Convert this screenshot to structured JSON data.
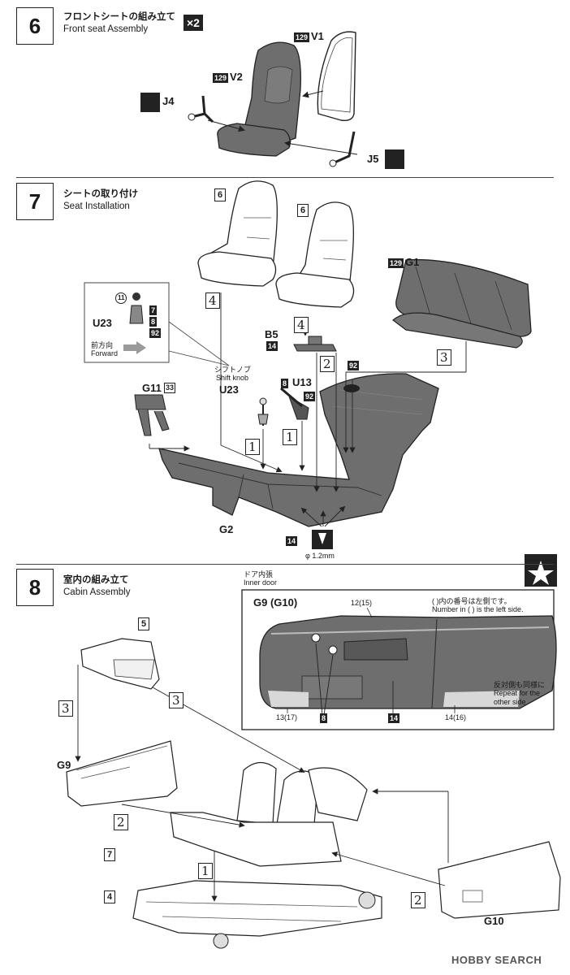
{
  "step6": {
    "number": "6",
    "title_jp": "フロントシートの組み立て",
    "title_en": "Front seat Assembly",
    "multiplier": "×2",
    "parts": {
      "v1": "V1",
      "v1_color": "129",
      "v2": "V2",
      "v2_color": "129",
      "j4": "J4",
      "j5": "J5"
    }
  },
  "step7": {
    "number": "7",
    "title_jp": "シートの取り付け",
    "title_en": "Seat Installation",
    "seat_ref": "6",
    "rear_seat": "G1",
    "rear_seat_color": "129",
    "shift_jp": "シフトノブ",
    "shift_en": "Shift knob",
    "u23": "U23",
    "u13": "U13",
    "u13_colors": [
      "8",
      "92"
    ],
    "b5": "B5",
    "b5_color": "14",
    "color_92": "92",
    "g11": "G11",
    "g11_color": "33",
    "g2": "G2",
    "g2_color": "14",
    "drill": "φ 1.2mm",
    "inset": {
      "part": "U23",
      "colors": [
        "11",
        "7",
        "8",
        "92"
      ],
      "dir_jp": "前方向",
      "dir_en": "Forward"
    },
    "order": {
      "a": "1",
      "b": "1",
      "c": "2",
      "d": "3",
      "e": "4",
      "f": "4"
    }
  },
  "step8": {
    "number": "8",
    "title_jp": "室内の組み立て",
    "title_en": "Cabin Assembly",
    "door_title_jp": "ドア内張",
    "door_title_en": "Inner door",
    "door_part": "G9 (G10)",
    "note_jp": "( )内の番号は左側です。",
    "note_en": "Number in ( ) is the left side.",
    "repeat_jp": "反対側も同様に",
    "repeat_en": "Repeat for the other side",
    "colors": {
      "top": "12(15)",
      "low_left": "13(17)",
      "mid": "8",
      "mid2": "14",
      "low_right": "14(16)"
    },
    "refs": {
      "r5": "5",
      "r7": "7",
      "r4": "4"
    },
    "g9": "G9",
    "g10": "G10",
    "order": {
      "a": "3",
      "b": "3",
      "c": "2",
      "d": "2",
      "e": "1"
    }
  },
  "watermark": "HOBBY SEARCH",
  "accent_colors": {
    "part_gray": "#6e6e6e",
    "line": "#222222"
  }
}
